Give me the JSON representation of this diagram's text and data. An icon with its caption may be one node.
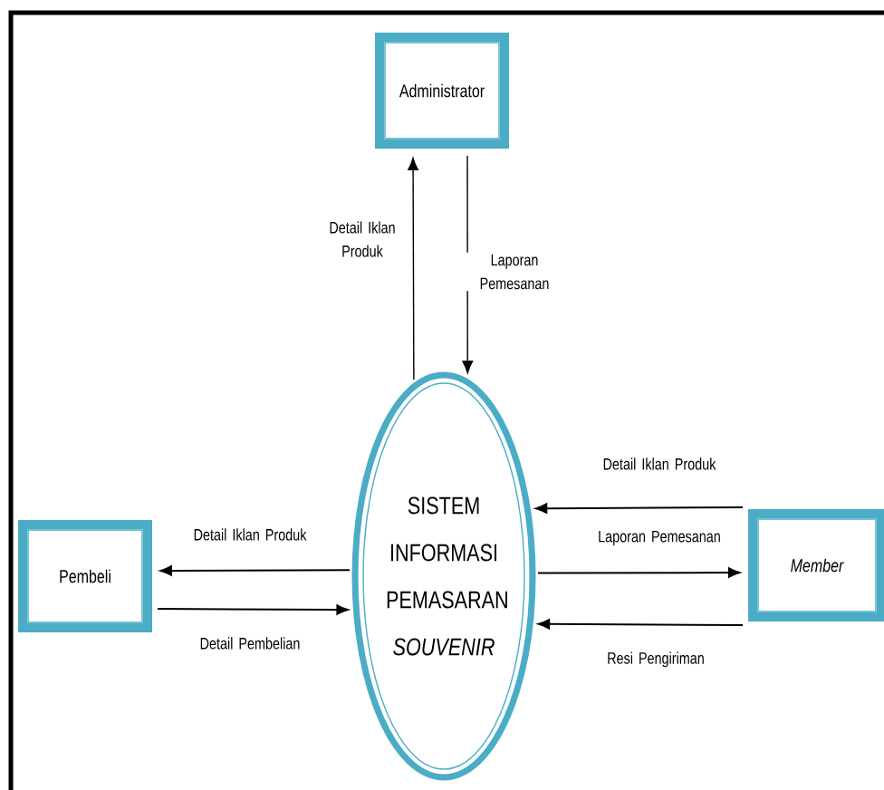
{
  "diagram": {
    "nodes": [
      {
        "text": [
          "Administrator"
        ]
      },
      {
        "text": [
          "SISTEM INFORMASI PEMASARAN *SOUVENIR*"
        ]
      },
      {
        "text": [
          "Pembeli"
        ]
      },
      {
        "text": [
          "Member"
        ]
      }
    ],
    "edges": [
      {
        "from": 1,
        "to": 0,
        "arrow": "to",
        "label": "Detail Iklan Produk"
      },
      {
        "from": 0,
        "to": 1,
        "arrow": "to",
        "label": "Laporan Pemesanan"
      },
      {
        "from": 1,
        "to": 2,
        "arrow": "to",
        "label": "Detail Iklan Produk"
      },
      {
        "from": 2,
        "to": 1,
        "arrow": "to",
        "label": "Detail Pembelian"
      },
      {
        "from": 3,
        "to": 1,
        "arrow": "to",
        "label": "Detail Iklan Produk"
      },
      {
        "from": 1,
        "to": 3,
        "arrow": "to",
        "label": "Laporan Pemesanan"
      },
      {
        "from": 3,
        "to": 1,
        "arrow": "to",
        "label": "Resi Pengiriman"
      }
    ]
  }
}
